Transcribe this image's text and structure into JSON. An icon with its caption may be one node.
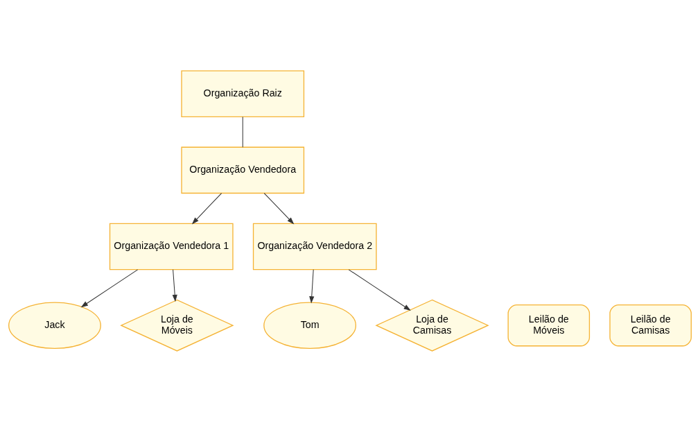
{
  "diagram": {
    "nodes": [
      {
        "text": [
          "Organização Raiz"
        ]
      },
      {
        "text": [
          "Organização Vendedora"
        ]
      },
      {
        "text": [
          "Organização Vendedora 1"
        ]
      },
      {
        "text": [
          "Organização Vendedora 2"
        ]
      },
      {
        "text": [
          "Jack"
        ]
      },
      {
        "text": [
          "Loja de Móveis"
        ]
      },
      {
        "text": [
          "Leilão de Móveis"
        ]
      },
      {
        "text": [
          "Tom"
        ]
      },
      {
        "text": [
          "Loja de Camisas"
        ]
      },
      {
        "text": [
          "Leilão de Camisas"
        ]
      }
    ],
    "edges": [
      {
        "from": 0,
        "to": 1,
        "arrow": "none"
      },
      {
        "from": 1,
        "to": 2,
        "arrow": "to"
      },
      {
        "from": 1,
        "to": 3,
        "arrow": "to"
      },
      {
        "from": 2,
        "to": 4,
        "arrow": "to"
      },
      {
        "from": 2,
        "to": 5,
        "arrow": "to"
      },
      {
        "from": 3,
        "to": 7,
        "arrow": "to"
      },
      {
        "from": 3,
        "to": 8,
        "arrow": "to"
      }
    ]
  }
}
